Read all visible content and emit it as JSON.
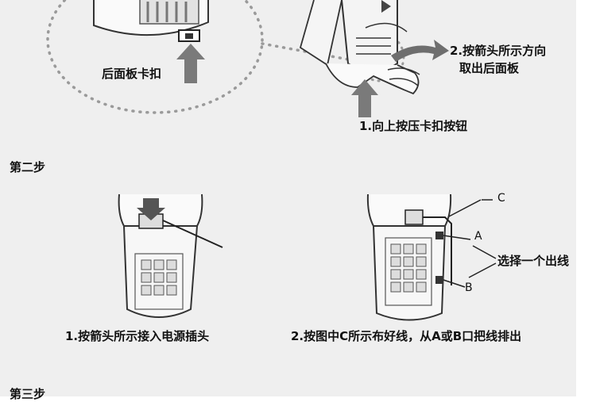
{
  "step1": {
    "callout_label": "后面板卡扣",
    "instruction_1": "1.向上按压卡扣按钮",
    "instruction_2_line1": "2.按箭头所示方向",
    "instruction_2_line2": "取出后面板"
  },
  "step2": {
    "heading": "第二步",
    "caption_left": "1.按箭头所示接入电源插头",
    "caption_right": "2.按图中C所示布好线，从A或B口把线排出",
    "label_c": "C",
    "label_a": "A",
    "label_b": "B",
    "label_outlet": "选择一个出线"
  },
  "step3": {
    "heading_partial": "第三步"
  }
}
